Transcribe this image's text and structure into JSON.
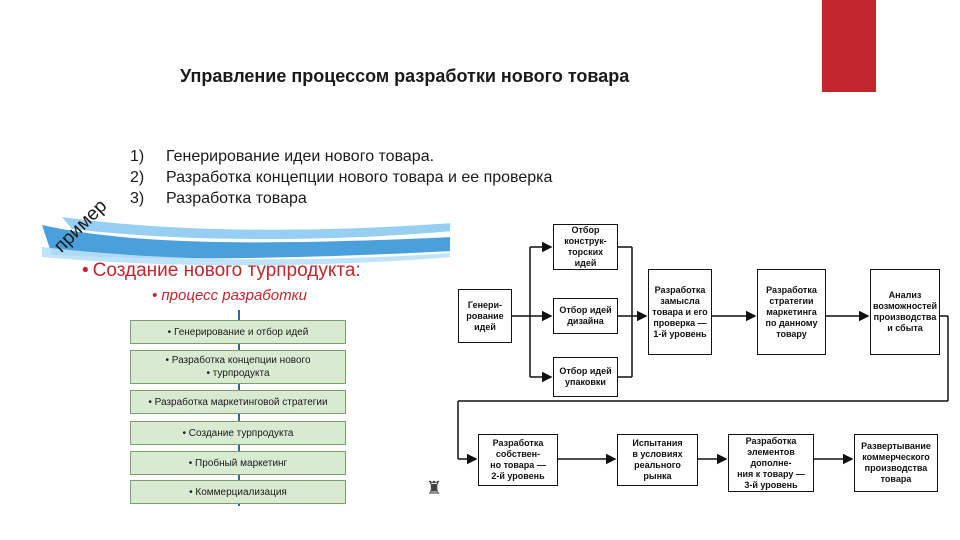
{
  "slide": {
    "title": "Управление процессом разработки нового товара",
    "accent_color": "#c0262c"
  },
  "steps": [
    {
      "num": "1)",
      "text": "Генерирование идеи нового товара."
    },
    {
      "num": "2)",
      "text": "Разработка концепции нового товара и ее проверка"
    },
    {
      "num": "3)",
      "text": "Разработка товара"
    }
  ],
  "left_panel": {
    "rotated_label": "пример",
    "heading": "Создание нового турпродукта:",
    "subheading": "процесс разработки",
    "process_steps": [
      "• Генерирование и отбор идей",
      "• Разработка концепции нового\n• турпродукта",
      "• Разработка маркетинговой стратегии",
      "• Создание турпродукта",
      "• Пробный маркетинг",
      "• Коммерциализация"
    ]
  },
  "diagram": {
    "boxes": {
      "generation": "Генери-\nрование\nидей",
      "sel_construct": "Отбор\nконструк-\nторских идей",
      "sel_design": "Отбор идей\nдизайна",
      "sel_pack": "Отбор идей\nупаковки",
      "concept": "Разработка\nзамысла\nтовара и его\nпроверка —\n1-й уровень",
      "strategy": "Разработка\nстратегии\nмаркетинга\nпо данному\nтовару",
      "analysis": "Анализ\nвозможностей\nпроизводства\nи сбыта",
      "own_dev": "Разработка собствен-\nно товара —\n2-й уровень",
      "market_test": "Испытания\nв условиях\nреального рынка",
      "add_elements": "Разработка\nэлементов дополне-\nния к товару —\n3-й уровень",
      "commercial": "Развертывание\nкоммерческого\nпроизводства\nтовара"
    }
  }
}
